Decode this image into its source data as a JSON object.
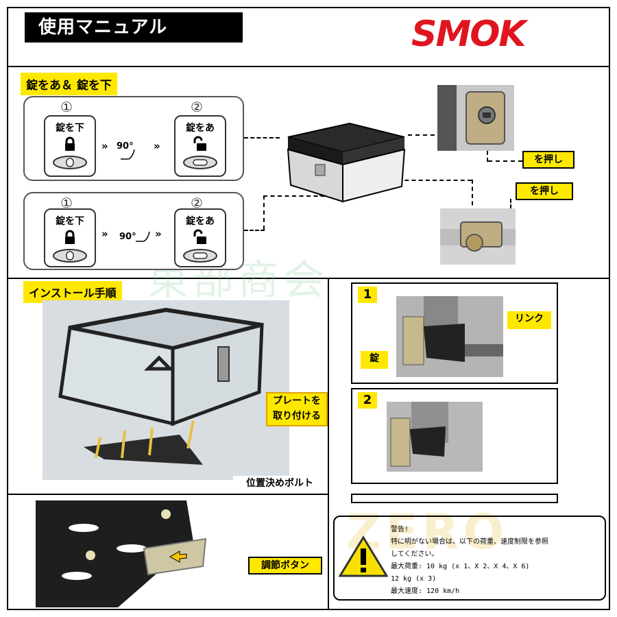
{
  "header": {
    "title": "使用マニュアル",
    "brand": "SMOK"
  },
  "lock_section": {
    "label": "錠をあ＆ 錠を下",
    "panels": [
      {
        "step1_num": "①",
        "step1_label": "錠を下",
        "angle": "90°",
        "step2_num": "②",
        "step2_label": "錠をあ"
      },
      {
        "step1_num": "①",
        "step1_label": "錠を下",
        "angle": "90°",
        "step2_num": "②",
        "step2_label": "錠をあ"
      }
    ],
    "callout_top": "を押し",
    "callout_bottom": "を押し"
  },
  "install_section": {
    "label": "インストール手順",
    "callout_plate_line1": "プレートを",
    "callout_plate_line2": "取り付ける",
    "callout_bolt": "位置決めボルト"
  },
  "steps": {
    "step1_num": "1",
    "step1_link": "リンク",
    "step1_lock": "錠",
    "step2_num": "2"
  },
  "adjust": {
    "callout": "調節ボタン"
  },
  "warning": {
    "title": "警告!",
    "line1": "特に明がない場合は、以下の荷重、速度制限を参照",
    "line2": "してください。",
    "line3": "最大荷重: 10 kg (x 1、X 2、X 4、X 6)",
    "line4": "12 kg (x 3)",
    "line5": "最大速度: 120 km/h"
  },
  "watermarks": {
    "wm1": "東部商会",
    "wm2": "ZERO"
  },
  "colors": {
    "accent": "#ffe800",
    "brand": "#e0151f"
  }
}
